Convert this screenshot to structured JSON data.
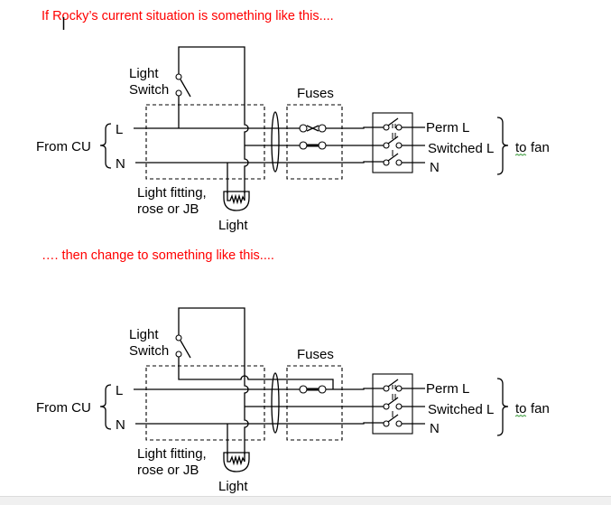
{
  "captions": {
    "intro": "If Rocky’s current situation is something like this....",
    "change": "…. then change to something like this....",
    "color": "#ff0000"
  },
  "labels": {
    "light_switch_line1": "Light",
    "light_switch_line2": "Switch",
    "fuses": "Fuses",
    "live": "L",
    "neutral": "N",
    "from_cu": "From CU",
    "fitting_line1": "Light fitting,",
    "fitting_line2": "rose or JB",
    "light": "Light",
    "perm_l": "Perm L",
    "switched_l": "Switched L",
    "fan_n": "N",
    "to": "to",
    "fan": "fan"
  },
  "diagrams": [
    {
      "name": "current-wiring",
      "fuse_count": 2
    },
    {
      "name": "proposed-wiring",
      "fuse_count": 1
    }
  ]
}
